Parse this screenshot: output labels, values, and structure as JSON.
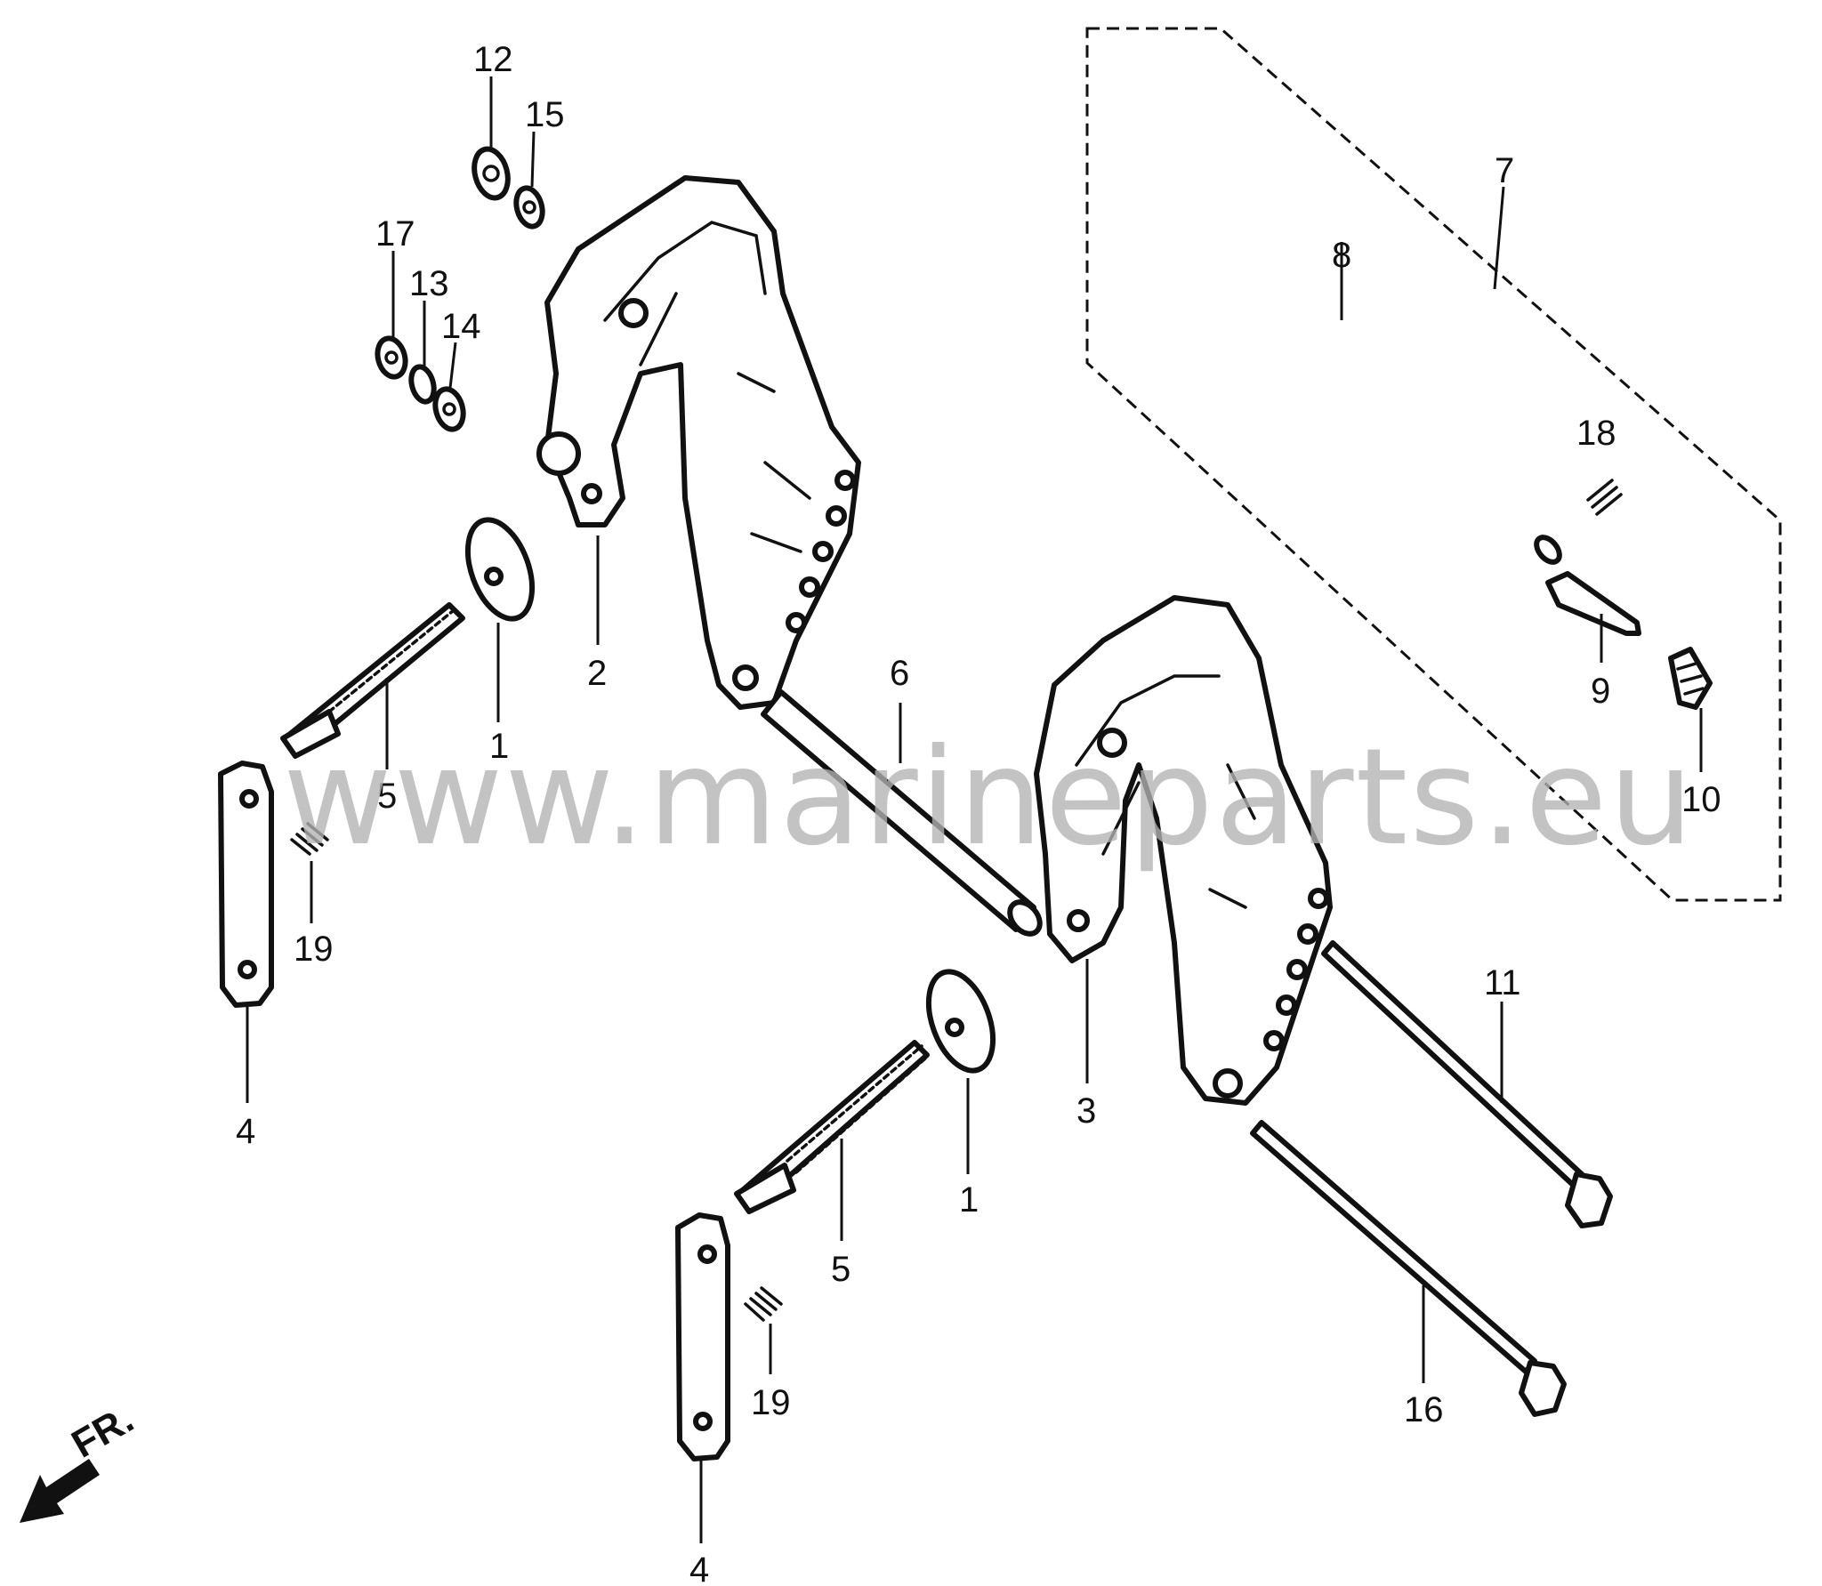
{
  "diagram": {
    "watermark": "www.marineparts.eu",
    "front_indicator": "FR.",
    "callouts": [
      {
        "id": "c12a",
        "text": "12"
      },
      {
        "id": "c15a",
        "text": "15"
      },
      {
        "id": "c17a",
        "text": "17"
      },
      {
        "id": "c13a",
        "text": "13"
      },
      {
        "id": "c14a",
        "text": "14"
      },
      {
        "id": "c2a",
        "text": "2"
      },
      {
        "id": "c5a",
        "text": "5"
      },
      {
        "id": "c1a",
        "text": "1"
      },
      {
        "id": "c19a",
        "text": "19"
      },
      {
        "id": "c4a",
        "text": "4"
      },
      {
        "id": "c6a",
        "text": "6"
      },
      {
        "id": "c7a",
        "text": "7"
      },
      {
        "id": "c8a",
        "text": "8"
      },
      {
        "id": "c18a",
        "text": "18"
      },
      {
        "id": "c9a",
        "text": "9"
      },
      {
        "id": "c10a",
        "text": "10"
      },
      {
        "id": "c3a",
        "text": "3"
      },
      {
        "id": "c11a",
        "text": "11"
      },
      {
        "id": "c1b",
        "text": "1"
      },
      {
        "id": "c5b",
        "text": "5"
      },
      {
        "id": "c19b",
        "text": "19"
      },
      {
        "id": "c4b",
        "text": "4"
      },
      {
        "id": "c16a",
        "text": "16"
      }
    ]
  }
}
